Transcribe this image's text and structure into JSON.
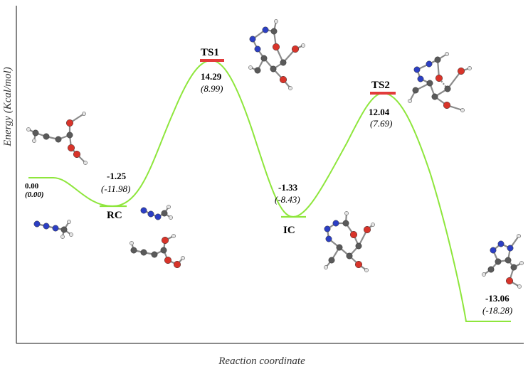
{
  "axes": {
    "ylabel": "Energy (Kcal/mol)",
    "xlabel": "Reaction coordinate"
  },
  "colors": {
    "curve": "#8ee63c",
    "transition_state_bar": "#e23b3b",
    "minimum_bar": "#8ee63c",
    "atom_carbon": "#5a5a5a",
    "atom_oxygen": "#d8342a",
    "atom_nitrogen": "#2c3fc4",
    "atom_hydrogen": "#e4e4e4"
  },
  "states": [
    {
      "id": "start",
      "label": "",
      "energy": "0.00",
      "energy_alt": "(0.00)"
    },
    {
      "id": "RC",
      "label": "RC",
      "energy": "-1.25",
      "energy_alt": "(-11.98)"
    },
    {
      "id": "TS1",
      "label": "TS1",
      "energy": "14.29",
      "energy_alt": "(8.99)"
    },
    {
      "id": "IC",
      "label": "IC",
      "energy": "-1.33",
      "energy_alt": "(-8.43)"
    },
    {
      "id": "TS2",
      "label": "TS2",
      "energy": "12.04",
      "energy_alt": "(7.69)"
    },
    {
      "id": "product",
      "label": "",
      "energy": "-13.06",
      "energy_alt": "(-18.28)"
    }
  ],
  "molecule_icons": [
    "reactant-molecule-icon",
    "azide-molecule-icon",
    "rc-complex-icon",
    "ts1-structure-icon",
    "ic-structure-icon",
    "ts2-structure-icon",
    "product-structure-icon"
  ]
}
